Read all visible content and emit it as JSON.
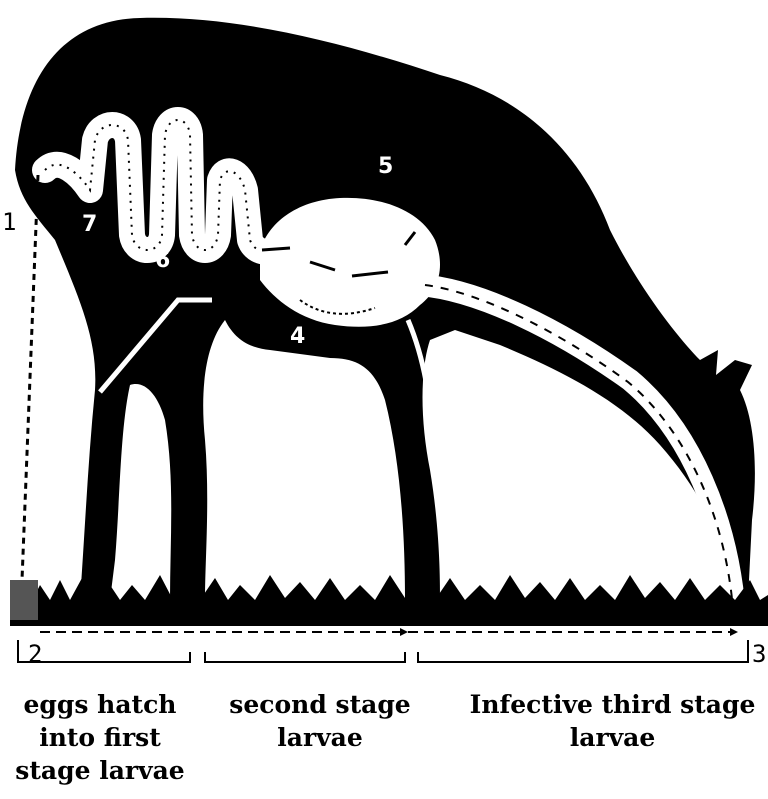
{
  "markers": {
    "m1": "1",
    "m2": "2",
    "m3": "3",
    "m4": "4",
    "m5": "5",
    "m6": "6",
    "m7": "7"
  },
  "captions": {
    "first": [
      "eggs hatch",
      "into first",
      "stage larvae"
    ],
    "second": [
      "second stage",
      "larvae"
    ],
    "third": [
      "Infective third stage",
      "larvae"
    ]
  }
}
